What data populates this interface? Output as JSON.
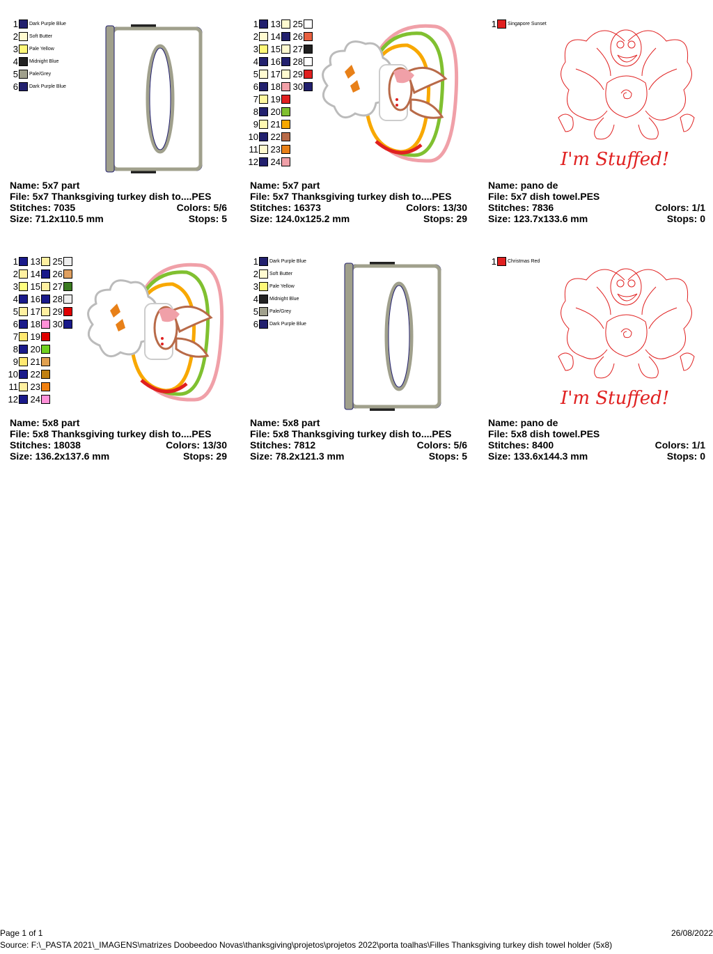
{
  "designs": [
    {
      "name": "Name: 5x7 part",
      "file": "File: 5x7  Thanksgiving turkey dish to....PES",
      "stitches": "Stitches: 7035",
      "colors": "Colors: 5/6",
      "size": "Size: 71.2x110.5 mm",
      "stops": "Stops: 5",
      "art": "holder",
      "threads": [
        {
          "n": "1",
          "color": "#22206e",
          "name": "Dark Purple Blue"
        },
        {
          "n": "2",
          "color": "#fffad0",
          "name": "Soft Butter"
        },
        {
          "n": "3",
          "color": "#fff878",
          "name": "Pale Yellow"
        },
        {
          "n": "4",
          "color": "#222222",
          "name": "Midnight Blue"
        },
        {
          "n": "5",
          "color": "#a0a08c",
          "name": "Pale/Grey"
        },
        {
          "n": "6",
          "color": "#22206e",
          "name": "Dark Purple Blue"
        }
      ]
    },
    {
      "name": "Name: 5x7 part",
      "file": "File: 5x7  Thanksgiving turkey dish to....PES",
      "stitches": "Stitches: 16373",
      "colors": "Colors: 13/30",
      "size": "Size: 124.0x125.2 mm",
      "stops": "Stops: 29",
      "art": "turkey",
      "threads": [
        {
          "n": "1",
          "color": "#22206e"
        },
        {
          "n": "2",
          "color": "#fffad0"
        },
        {
          "n": "3",
          "color": "#fff878"
        },
        {
          "n": "4",
          "color": "#22206e"
        },
        {
          "n": "5",
          "color": "#fffad0"
        },
        {
          "n": "6",
          "color": "#22206e"
        },
        {
          "n": "7",
          "color": "#fff8a0"
        },
        {
          "n": "8",
          "color": "#22206e"
        },
        {
          "n": "9",
          "color": "#fff8b0"
        },
        {
          "n": "10",
          "color": "#22206e"
        },
        {
          "n": "11",
          "color": "#fffad0"
        },
        {
          "n": "12",
          "color": "#22206e"
        },
        {
          "n": "13",
          "color": "#fffad0"
        },
        {
          "n": "14",
          "color": "#22206e"
        },
        {
          "n": "15",
          "color": "#fffad0"
        },
        {
          "n": "16",
          "color": "#22206e"
        },
        {
          "n": "17",
          "color": "#fffad0"
        },
        {
          "n": "18",
          "color": "#f2a0a8"
        },
        {
          "n": "19",
          "color": "#e02020"
        },
        {
          "n": "20",
          "color": "#80c030"
        },
        {
          "n": "21",
          "color": "#f8a800"
        },
        {
          "n": "22",
          "color": "#b86a48"
        },
        {
          "n": "23",
          "color": "#e88018"
        },
        {
          "n": "24",
          "color": "#f0a0a8"
        },
        {
          "n": "25",
          "color": "#ffffff"
        },
        {
          "n": "26",
          "color": "#e86040"
        },
        {
          "n": "27",
          "color": "#202020"
        },
        {
          "n": "28",
          "color": "#ffffff"
        },
        {
          "n": "29",
          "color": "#e02020"
        },
        {
          "n": "30",
          "color": "#22206e"
        }
      ]
    },
    {
      "name": "Name: pano de",
      "file": "File: 5x7 dish towel.PES",
      "stitches": "Stitches: 7836",
      "colors": "Colors: 1/1",
      "size": "Size: 123.7x133.6 mm",
      "stops": "Stops: 0",
      "art": "redwork",
      "caption": "I'm Stuffed!",
      "threads": [
        {
          "n": "1",
          "color": "#e02020",
          "name": "Singapore Sunset"
        }
      ]
    },
    {
      "name": "Name: 5x8 part",
      "file": "File: 5x8  Thanksgiving turkey dish to....PES",
      "stitches": "Stitches: 18038",
      "colors": "Colors: 13/30",
      "size": "Size: 136.2x137.6 mm",
      "stops": "Stops: 29",
      "art": "turkey",
      "threads": [
        {
          "n": "1",
          "color": "#1a1a8a"
        },
        {
          "n": "2",
          "color": "#fff0a0"
        },
        {
          "n": "3",
          "color": "#ffff80"
        },
        {
          "n": "4",
          "color": "#1a1a8a"
        },
        {
          "n": "5",
          "color": "#fff0a0"
        },
        {
          "n": "6",
          "color": "#1a1a8a"
        },
        {
          "n": "7",
          "color": "#ffe870"
        },
        {
          "n": "8",
          "color": "#1a1a8a"
        },
        {
          "n": "9",
          "color": "#ffe870"
        },
        {
          "n": "10",
          "color": "#1a1a8a"
        },
        {
          "n": "11",
          "color": "#fff0a0"
        },
        {
          "n": "12",
          "color": "#1a1a8a"
        },
        {
          "n": "13",
          "color": "#fff0a0"
        },
        {
          "n": "14",
          "color": "#1a1a8a"
        },
        {
          "n": "15",
          "color": "#fff0a0"
        },
        {
          "n": "16",
          "color": "#1a1a8a"
        },
        {
          "n": "17",
          "color": "#fff0a0"
        },
        {
          "n": "18",
          "color": "#ff90d8"
        },
        {
          "n": "19",
          "color": "#e00000"
        },
        {
          "n": "20",
          "color": "#70d020"
        },
        {
          "n": "21",
          "color": "#e0a050"
        },
        {
          "n": "22",
          "color": "#c08010"
        },
        {
          "n": "23",
          "color": "#f08010"
        },
        {
          "n": "24",
          "color": "#ff90d8"
        },
        {
          "n": "25",
          "color": "#eeeeee"
        },
        {
          "n": "26",
          "color": "#e0a060"
        },
        {
          "n": "27",
          "color": "#3a7a20"
        },
        {
          "n": "28",
          "color": "#eeeeee"
        },
        {
          "n": "29",
          "color": "#e00000"
        },
        {
          "n": "30",
          "color": "#1a1a8a"
        }
      ]
    },
    {
      "name": "Name: 5x8 part",
      "file": "File: 5x8  Thanksgiving turkey dish to....PES",
      "stitches": "Stitches: 7812",
      "colors": "Colors: 5/6",
      "size": "Size: 78.2x121.3 mm",
      "stops": "Stops: 5",
      "art": "holder",
      "threads": [
        {
          "n": "1",
          "color": "#22206e",
          "name": "Dark Purple Blue"
        },
        {
          "n": "2",
          "color": "#fffad0",
          "name": "Soft Butter"
        },
        {
          "n": "3",
          "color": "#fff878",
          "name": "Pale Yellow"
        },
        {
          "n": "4",
          "color": "#222222",
          "name": "Midnight Blue"
        },
        {
          "n": "5",
          "color": "#a0a08c",
          "name": "Pale/Grey"
        },
        {
          "n": "6",
          "color": "#22206e",
          "name": "Dark Purple Blue"
        }
      ]
    },
    {
      "name": "Name: pano de",
      "file": "File: 5x8 dish towel.PES",
      "stitches": "Stitches: 8400",
      "colors": "Colors: 1/1",
      "size": "Size: 133.6x144.3 mm",
      "stops": "Stops: 0",
      "art": "redwork",
      "caption": "I'm Stuffed!",
      "threads": [
        {
          "n": "1",
          "color": "#e02020",
          "name": "Christmas Red"
        }
      ]
    }
  ],
  "footer": {
    "page": "Page 1 of 1",
    "source": "Source: F:\\_PASTA 2021\\_IMAGENS\\matrizes Doobeedoo Novas\\thanksgiving\\projetos\\projetos 2022\\porta toalhas\\Filles Thanksgiving turkey dish towel holder (5x8)",
    "date": "26/08/2022"
  }
}
